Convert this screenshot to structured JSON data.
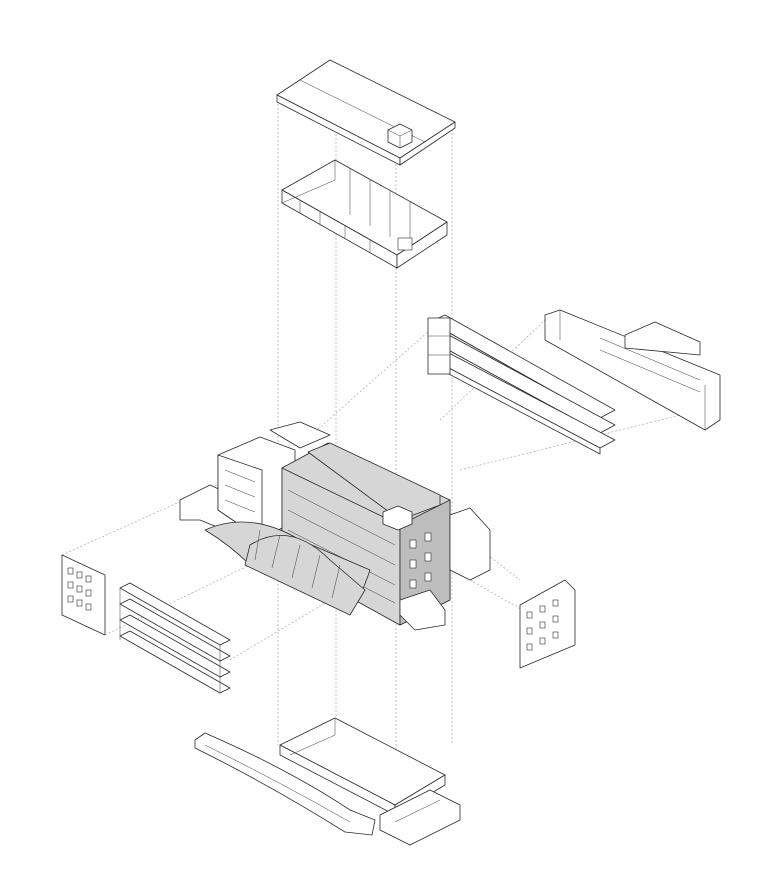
{
  "diagram": {
    "type": "exploded-axonometric",
    "components": [
      "roof",
      "top-floor",
      "upper-corridors",
      "rear-facade",
      "main-building",
      "left-facade",
      "left-balconies",
      "right-facade",
      "ground-floor",
      "vaulted-ribbon"
    ],
    "colors": {
      "line": "#2a2a2a",
      "fill": "#ffffff",
      "shade": "#d6d6d6",
      "guide": "#9a9a9a"
    }
  }
}
